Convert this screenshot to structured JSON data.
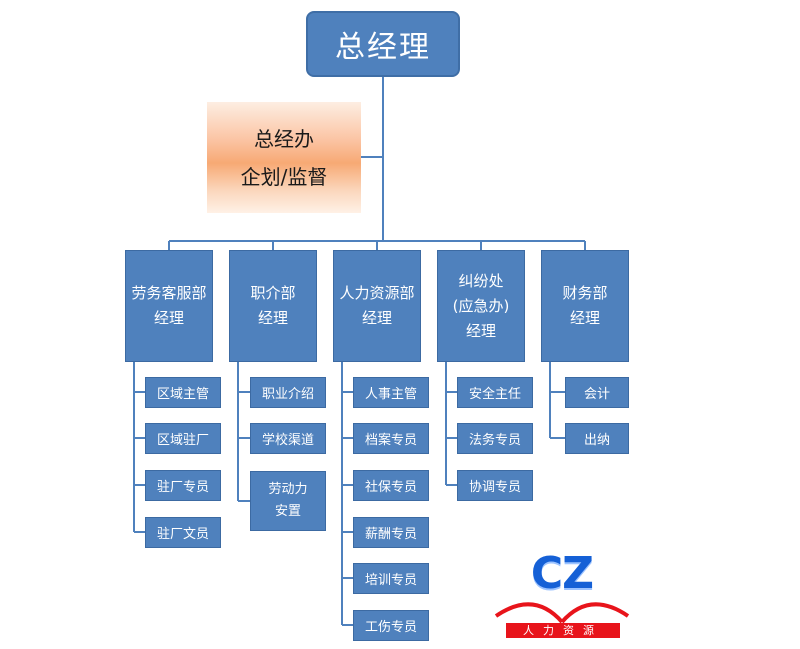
{
  "top": {
    "title": "总经理"
  },
  "office": {
    "line1": "总经办",
    "line2": "企划/监督"
  },
  "departments": [
    {
      "line1": "劳务客服部",
      "line2": "经理",
      "line3": "",
      "subs": [
        {
          "l1": "区域主管"
        },
        {
          "l1": "区域驻厂"
        },
        {
          "l1": "驻厂专员"
        },
        {
          "l1": "驻厂文员"
        }
      ]
    },
    {
      "line1": "职介部",
      "line2": "经理",
      "line3": "",
      "subs": [
        {
          "l1": "职业介绍"
        },
        {
          "l1": "学校渠道"
        },
        {
          "l1": "劳动力",
          "l2": "安置"
        }
      ]
    },
    {
      "line1": "人力资源部",
      "line2": "经理",
      "line3": "",
      "subs": [
        {
          "l1": "人事主管"
        },
        {
          "l1": "档案专员"
        },
        {
          "l1": "社保专员"
        },
        {
          "l1": "薪酬专员"
        },
        {
          "l1": "培训专员"
        },
        {
          "l1": "工伤专员"
        }
      ]
    },
    {
      "line1": "纠纷处",
      "line2": "(应急办)",
      "line3": "经理",
      "subs": [
        {
          "l1": "安全主任"
        },
        {
          "l1": "法务专员"
        },
        {
          "l1": "协调专员"
        }
      ]
    },
    {
      "line1": "财务部",
      "line2": "经理",
      "line3": "",
      "subs": [
        {
          "l1": "会计"
        },
        {
          "l1": "出纳"
        }
      ]
    }
  ],
  "logo": {
    "letters": "CZ",
    "caption": "人力资源"
  },
  "colors": {
    "box": "#4f81bd",
    "line": "#4f81bd"
  }
}
